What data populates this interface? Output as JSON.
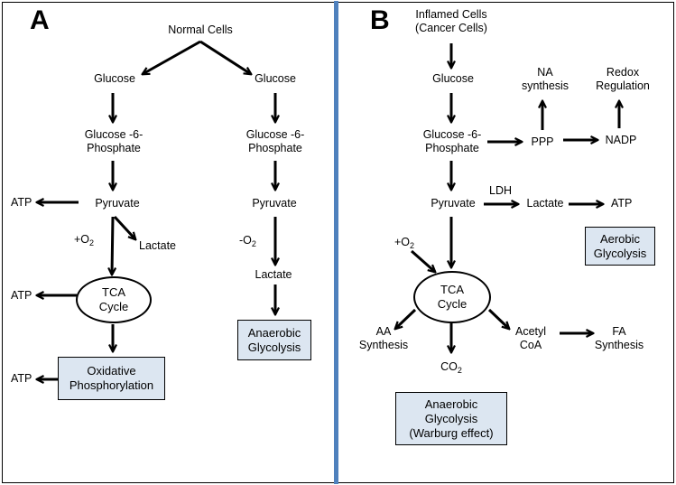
{
  "panel_a": {
    "letter": "A",
    "normal_cells": "Normal Cells",
    "glucose_left": "Glucose",
    "glucose_right": "Glucose",
    "g6p_left": [
      "Glucose -6-",
      "Phosphate"
    ],
    "g6p_right": [
      "Glucose -6-",
      "Phosphate"
    ],
    "pyruvate_left": "Pyruvate",
    "pyruvate_right": "Pyruvate",
    "atp_1": "ATP",
    "atp_2": "ATP",
    "atp_3": "ATP",
    "plus_o2": "+O",
    "o2_sub_a": "2",
    "minus_o2": "-O",
    "o2_sub_b": "2",
    "lactate_left": "Lactate",
    "lactate_right": "Lactate",
    "tca": [
      "TCA",
      "Cycle"
    ],
    "oxphos": [
      "Oxidative",
      "Phosphorylation"
    ],
    "anaerobic": [
      "Anaerobic",
      "Glycolysis"
    ]
  },
  "panel_b": {
    "letter": "B",
    "inflamed": [
      "Inflamed Cells",
      "(Cancer Cells)"
    ],
    "glucose": "Glucose",
    "g6p": [
      "Glucose -6-",
      "Phosphate"
    ],
    "na_synthesis": [
      "NA",
      "synthesis"
    ],
    "redox": [
      "Redox",
      "Regulation"
    ],
    "ppp": "PPP",
    "nadp": "NADP",
    "pyruvate": "Pyruvate",
    "ldh": "LDH",
    "lactate": "Lactate",
    "atp": "ATP",
    "plus_o2": "+O",
    "o2_sub": "2",
    "aerobic": [
      "Aerobic",
      "Glycolysis"
    ],
    "tca": [
      "TCA",
      "Cycle"
    ],
    "aa_synthesis": [
      "AA",
      "Synthesis"
    ],
    "acetyl_coa": [
      "Acetyl",
      "CoA"
    ],
    "fa_synthesis": [
      "FA",
      "Synthesis"
    ],
    "co2": "CO",
    "co2_sub": "2",
    "warburg": [
      "Anaerobic",
      "Glycolysis",
      "(Warburg effect)"
    ]
  }
}
